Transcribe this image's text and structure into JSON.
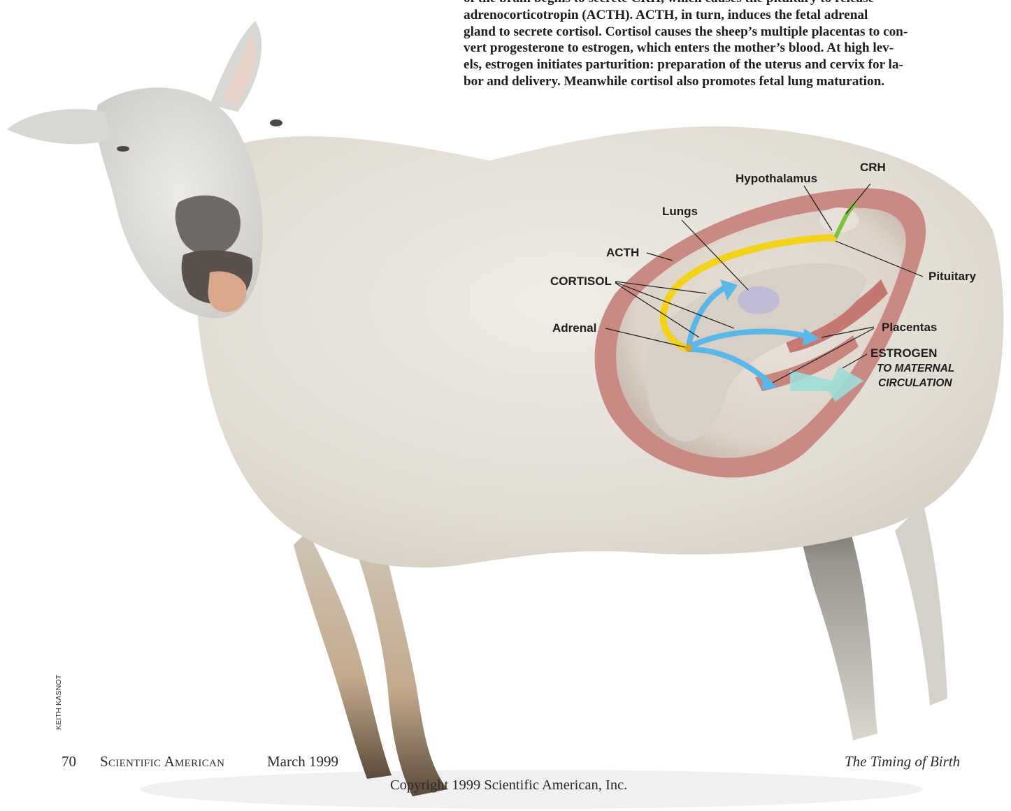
{
  "caption": {
    "lines": [
      "of the brain begins to secrete CRH, which causes the pituitary to release",
      "adrenocorticotropin (ACTH). ACTH, in turn, induces the fetal adrenal",
      "gland to secrete cortisol. Cortisol causes the sheep’s multiple placentas to con-",
      "vert progesterone to estrogen, which enters the mother’s blood. At high lev-",
      "els, estrogen initiates parturition: preparation of the uterus and cervix for la-",
      "bor and delivery. Meanwhile cortisol also promotes fetal lung maturation."
    ]
  },
  "diagram": {
    "labels": {
      "crh": "CRH",
      "hypothalamus": "Hypothalamus",
      "lungs": "Lungs",
      "acth": "ACTH",
      "cortisol": "CORTISOL",
      "pituitary": "Pituitary",
      "adrenal": "Adrenal",
      "placentas": "Placentas",
      "estrogen": "ESTROGEN",
      "to_maternal": "TO MATERNAL",
      "circulation": "CIRCULATION"
    },
    "colors": {
      "acth_arrow": "#f2d21a",
      "cortisol_arrow": "#5ab8e8",
      "crh_arrow": "#7cc23a",
      "estrogen_arrow": "#9fdcd8",
      "uterus_wall": "#c98a84",
      "fleece": "#e9e4dc"
    }
  },
  "footer": {
    "page_number": "70",
    "magazine": "Scientific American",
    "issue": "March 1999",
    "article": "The Timing of Birth",
    "copyright": "Copyright 1999 Scientific American, Inc.",
    "credit": "KEITH KASNOT"
  }
}
